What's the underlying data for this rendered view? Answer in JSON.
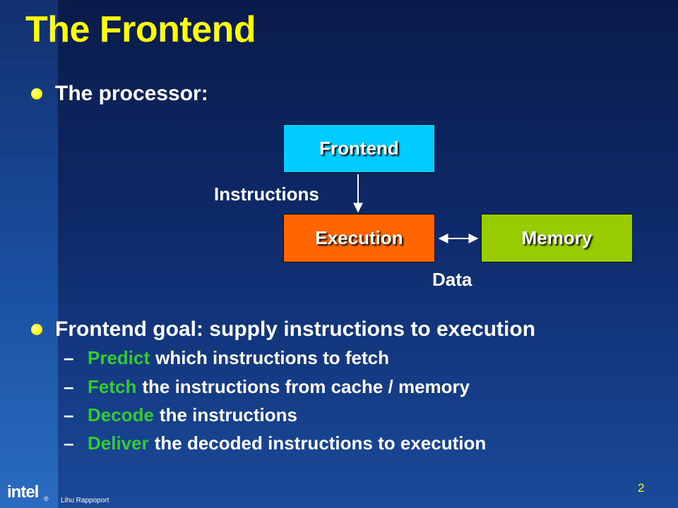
{
  "slide": {
    "title": "The Frontend",
    "bullet1": "The processor:",
    "bullet2": "Frontend goal: supply instructions to execution",
    "sub_items": [
      {
        "dash": "–",
        "keyword": "Predict",
        "rest": "which instructions to fetch"
      },
      {
        "dash": "–",
        "keyword": "Fetch",
        "rest": "the instructions from cache / memory"
      },
      {
        "dash": "–",
        "keyword": "Decode",
        "rest": "the instructions"
      },
      {
        "dash": "–",
        "keyword": "Deliver",
        "rest": "the decoded instructions to execution"
      }
    ],
    "page_number": "2"
  },
  "diagram": {
    "nodes": {
      "frontend": "Frontend",
      "execution": "Execution",
      "memory": "Memory"
    },
    "edge_labels": {
      "instructions": "Instructions",
      "data": "Data"
    },
    "colors": {
      "frontend": "#00ccff",
      "execution": "#ff6600",
      "memory": "#99cc00",
      "title": "#ffff00",
      "keyword": "#33cc33"
    }
  },
  "footer": {
    "logo_text": "intel",
    "registered_mark": "®",
    "author": "Lihu Rappoport"
  }
}
